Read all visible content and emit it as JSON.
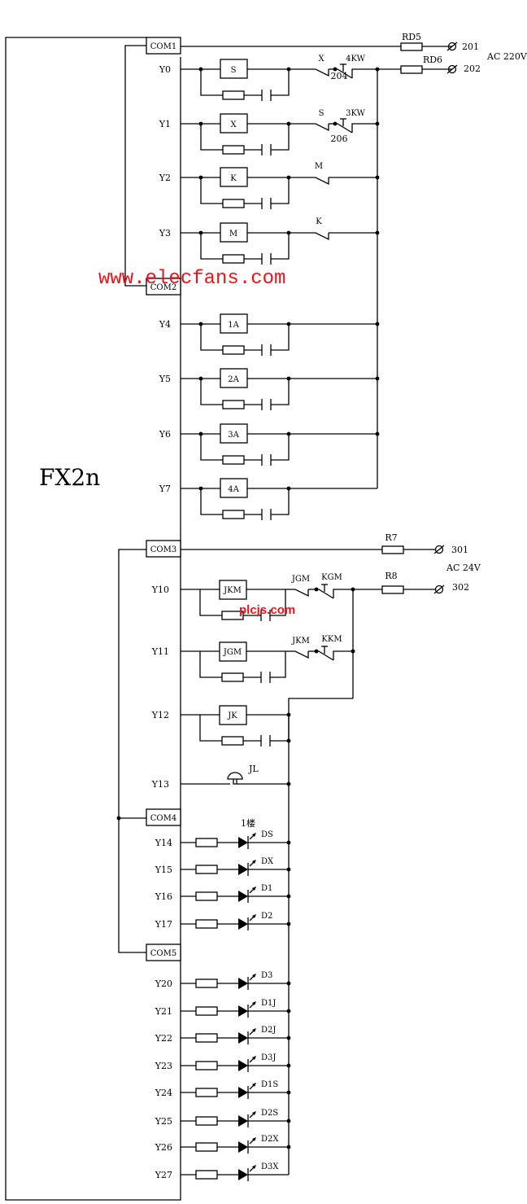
{
  "plc": {
    "model": "FX2n"
  },
  "colors": {
    "line": "#000000",
    "watermark": "#e8141a",
    "background": "#ffffff"
  },
  "watermarks": [
    "www.elecfans.com",
    "plcjs.com"
  ],
  "commons": [
    "COM1",
    "COM2",
    "COM3",
    "COM4",
    "COM5"
  ],
  "power_220": {
    "label": "AC 220V",
    "fuses": [
      "RD5",
      "RD6"
    ],
    "terminals": [
      "201",
      "202"
    ]
  },
  "power_24": {
    "label": "AC 24V",
    "resistors": [
      "R7",
      "R8"
    ],
    "terminals": [
      "301",
      "302"
    ]
  },
  "contactor_rows": [
    {
      "output": "Y0",
      "coil": "S",
      "interlock": "X",
      "switch": "4KW",
      "node": "204"
    },
    {
      "output": "Y1",
      "coil": "X",
      "interlock": "S",
      "switch": "3KW",
      "node": "206"
    },
    {
      "output": "Y2",
      "coil": "K",
      "interlock": "M"
    },
    {
      "output": "Y3",
      "coil": "M",
      "interlock": "K"
    },
    {
      "output": "Y4",
      "coil": "1A"
    },
    {
      "output": "Y5",
      "coil": "2A"
    },
    {
      "output": "Y6",
      "coil": "3A"
    },
    {
      "output": "Y7",
      "coil": "4A"
    }
  ],
  "door_rows": [
    {
      "output": "Y10",
      "coil": "JKM",
      "interlock": "JGM",
      "switch": "KGM"
    },
    {
      "output": "Y11",
      "coil": "JGM",
      "interlock": "JKM",
      "switch": "KKM"
    },
    {
      "output": "Y12",
      "coil": "JK"
    }
  ],
  "bell": {
    "output": "Y13",
    "label": "JL"
  },
  "floor_note": "1楼",
  "indicator_rows": [
    {
      "output": "Y14",
      "led": "DS"
    },
    {
      "output": "Y15",
      "led": "DX"
    },
    {
      "output": "Y16",
      "led": "D1"
    },
    {
      "output": "Y17",
      "led": "D2"
    },
    {
      "output": "Y20",
      "led": "D3"
    },
    {
      "output": "Y21",
      "led": "D1J"
    },
    {
      "output": "Y22",
      "led": "D2J"
    },
    {
      "output": "Y23",
      "led": "D3J"
    },
    {
      "output": "Y24",
      "led": "D1S"
    },
    {
      "output": "Y25",
      "led": "D2S"
    },
    {
      "output": "Y26",
      "led": "D2X"
    },
    {
      "output": "Y27",
      "led": "D3X"
    }
  ]
}
